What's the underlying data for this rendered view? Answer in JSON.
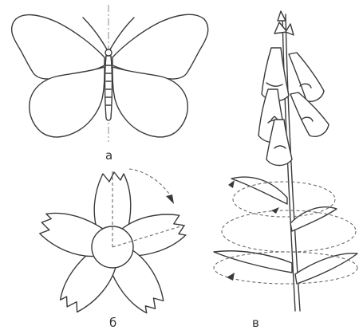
{
  "labels": {
    "butterfly": "а",
    "flower": "б",
    "plant": "в"
  },
  "colors": {
    "stroke": "#3a3a3a",
    "dash": "#6a6a6a",
    "background": "#ffffff"
  }
}
